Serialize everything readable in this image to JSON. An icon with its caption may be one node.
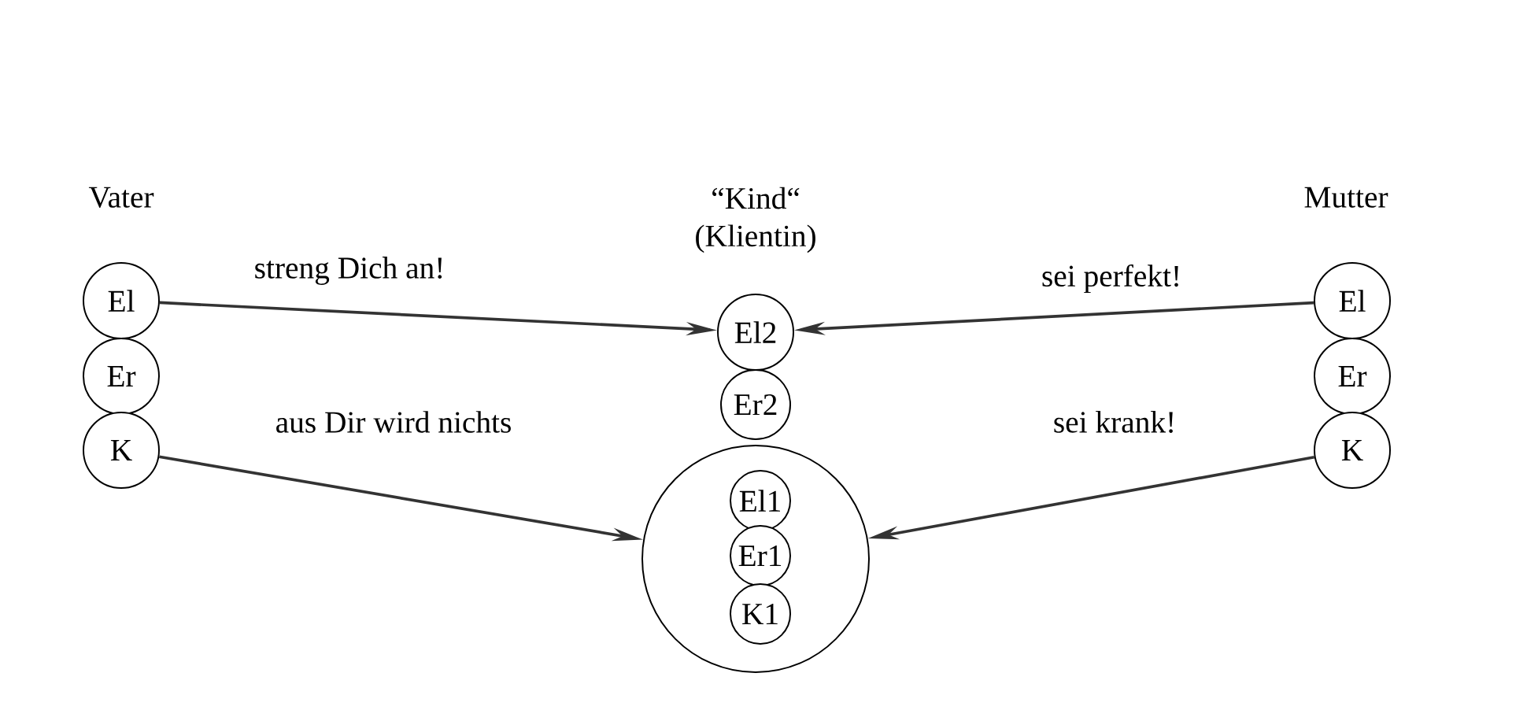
{
  "diagram": {
    "nodes": [
      {
        "text": [
          "El"
        ]
      },
      {
        "text": [
          "Er"
        ]
      },
      {
        "text": [
          "K"
        ]
      },
      {
        "text": [
          "El2"
        ]
      },
      {
        "text": [
          "Er2"
        ]
      },
      {
        "text": [],
        "shape": "circle"
      },
      {
        "text": [
          "El1"
        ],
        "in": 5
      },
      {
        "text": [
          "Er1"
        ],
        "in": 5
      },
      {
        "text": [
          "K1"
        ],
        "in": 5
      },
      {
        "text": [
          "El"
        ]
      },
      {
        "text": [
          "Er"
        ]
      },
      {
        "text": [
          "K"
        ]
      }
    ],
    "edges": [
      {
        "from": 0,
        "to": 3,
        "arrow": "to",
        "label": "streng Dich an!"
      },
      {
        "from": 2,
        "to": 5,
        "arrow": "to",
        "label": "aus Dir wird nichts"
      },
      {
        "from": 9,
        "to": 3,
        "arrow": "to",
        "label": "sei perfekt!"
      },
      {
        "from": 11,
        "to": 5,
        "arrow": "to",
        "label": "sei krank!"
      }
    ],
    "labels": [
      "Vater",
      "“Kind“ (Klientin)",
      "Mutter"
    ]
  }
}
